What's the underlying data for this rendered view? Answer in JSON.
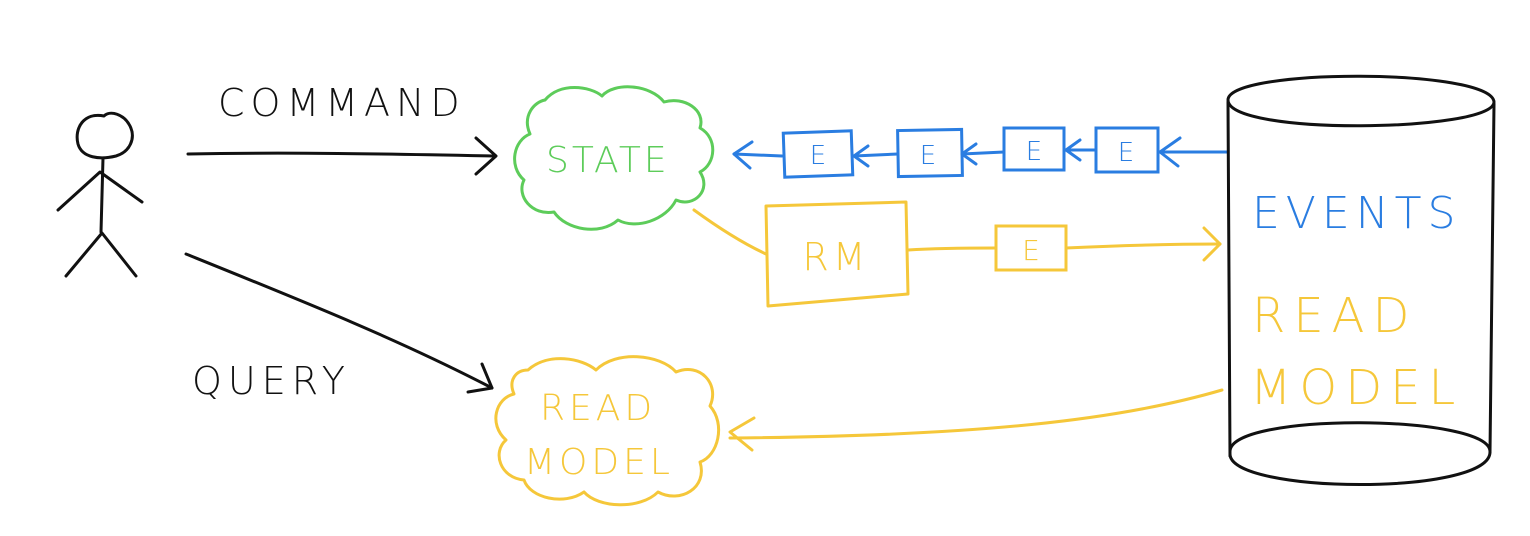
{
  "colors": {
    "ink": "#111111",
    "green": "#5dcc5a",
    "blue": "#2a7de1",
    "yellow": "#f5c73a"
  },
  "labels": {
    "command": "COMMAND",
    "query": "QUERY",
    "state": "STATE",
    "read_model_line1": "READ",
    "read_model_line2": "MODEL",
    "rm_box": "RM",
    "event": "E",
    "store_events": "EVENTS",
    "store_read": "READ",
    "store_model": "MODEL"
  },
  "nodes": {
    "actor": "stick-figure",
    "state": "cloud",
    "read_model": "cloud",
    "rm": "box",
    "store": "cylinder"
  },
  "edges": [
    {
      "from": "actor",
      "to": "state",
      "label": "COMMAND"
    },
    {
      "from": "actor",
      "to": "read_model",
      "label": "QUERY"
    },
    {
      "from": "store",
      "to": "state",
      "via": [
        "E",
        "E",
        "E",
        "E"
      ]
    },
    {
      "from": "state",
      "to": "rm"
    },
    {
      "from": "rm",
      "to": "store",
      "via": [
        "E"
      ]
    },
    {
      "from": "store",
      "to": "read_model"
    }
  ]
}
